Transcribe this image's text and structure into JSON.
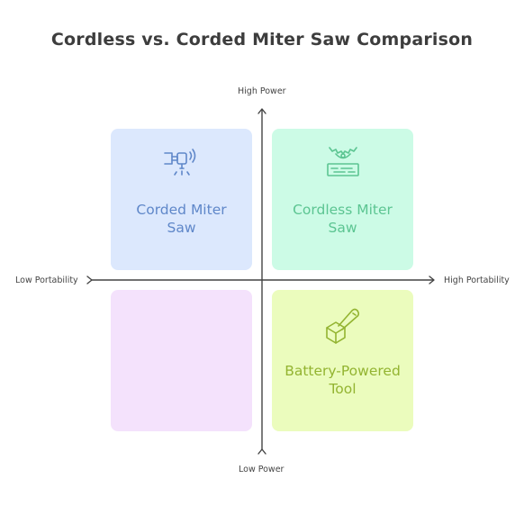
{
  "title": "Cordless vs. Corded Miter Saw Comparison",
  "axes": {
    "top": "High Power",
    "bottom": "Low Power",
    "left": "Low Portability",
    "right": "High Portability"
  },
  "quadrants": {
    "top_left": {
      "label": "Corded Miter\nSaw",
      "icon": "corded-saw-icon",
      "color": "#5f87c9"
    },
    "top_right": {
      "label": "Cordless Miter\nSaw",
      "icon": "cordless-saw-icon",
      "color": "#5cc592"
    },
    "bottom_left": {
      "label": ""
    },
    "bottom_right": {
      "label": "Battery-Powered\nTool",
      "icon": "battery-tool-icon",
      "color": "#93b431"
    }
  }
}
